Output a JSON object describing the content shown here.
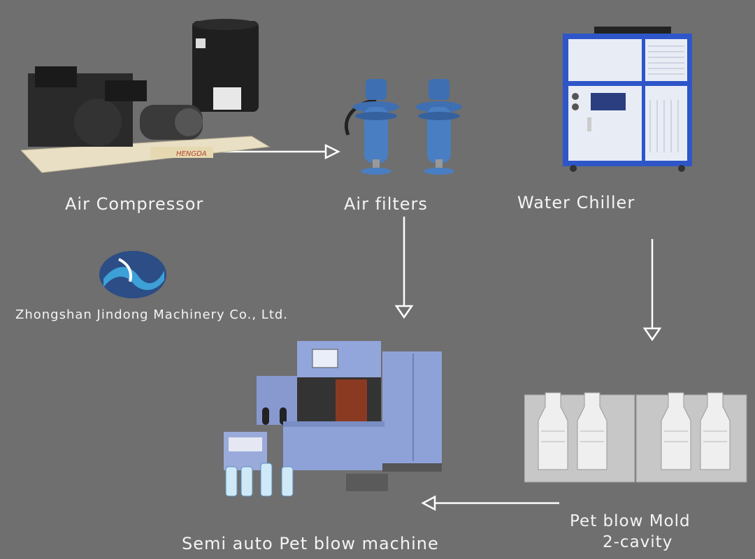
{
  "nodes": {
    "air_compressor": {
      "label": "Air Compressor",
      "brand": "HENGDA"
    },
    "air_filters": {
      "label": "Air filters"
    },
    "water_chiller": {
      "label": "Water Chiller"
    },
    "blow_machine": {
      "label": "Semi auto Pet blow machine"
    },
    "blow_mold": {
      "label_line1": "Pet blow Mold",
      "label_line2": "2-cavity"
    }
  },
  "company": {
    "name": "Zhongshan Jindong Machinery Co., Ltd."
  },
  "colors": {
    "background": "#6f6f6f",
    "text": "#f4f4f4",
    "machine_blue": "#8fa3d6",
    "chiller_blue": "#2f56c8",
    "filter_blue": "#3f6fb3",
    "arrow": "#ffffff"
  },
  "icons": [
    "air-compressor-icon",
    "air-filter-icon",
    "water-chiller-icon",
    "company-logo",
    "blow-machine-icon",
    "blow-mold-icon"
  ]
}
